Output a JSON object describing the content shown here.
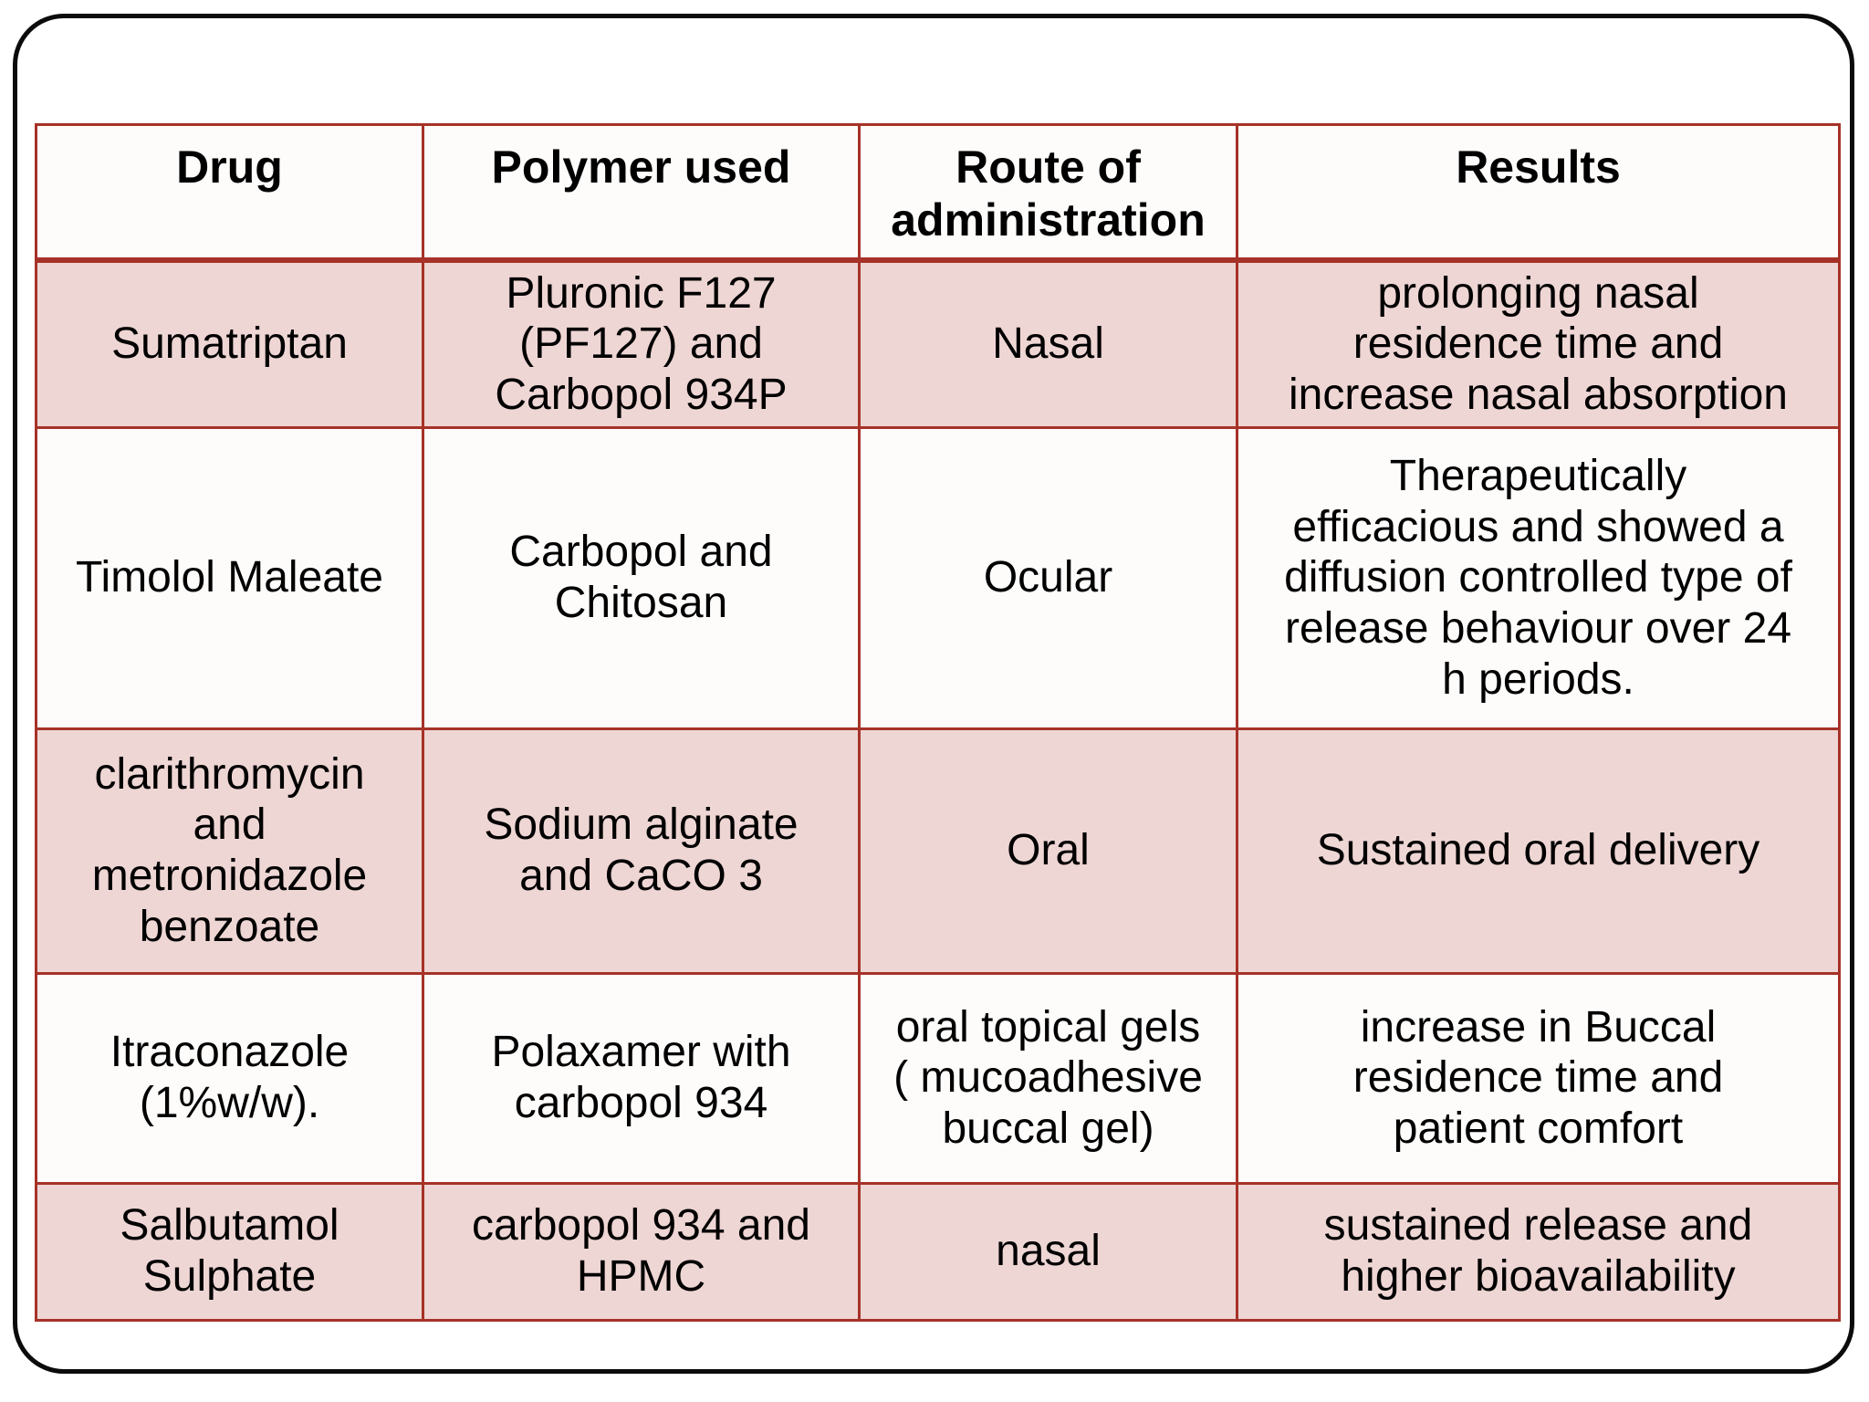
{
  "table": {
    "columns": [
      {
        "key": "drug",
        "label": "Drug"
      },
      {
        "key": "polymer",
        "label": "Polymer used"
      },
      {
        "key": "route",
        "label": "Route of\nadministration"
      },
      {
        "key": "results",
        "label": "Results"
      }
    ],
    "rows": [
      {
        "drug": "Sumatriptan",
        "polymer": "Pluronic F127\n(PF127) and\nCarbopol 934P",
        "route": "Nasal",
        "results": "prolonging nasal\nresidence time and\nincrease nasal absorption",
        "shaded": true
      },
      {
        "drug": "Timolol Maleate",
        "polymer": "Carbopol and\nChitosan",
        "route": "Ocular",
        "results": "Therapeutically\nefficacious and showed a\ndiffusion controlled type of\nrelease behaviour over 24\nh periods.",
        "shaded": false
      },
      {
        "drug": "clarithromycin\nand\nmetronidazole\nbenzoate",
        "polymer": "Sodium alginate\nand CaCO 3",
        "route": "Oral",
        "results": "Sustained oral delivery",
        "shaded": true
      },
      {
        "drug": "Itraconazole\n(1%w/w).",
        "polymer": "Polaxamer with\ncarbopol 934",
        "route": "oral topical gels\n( mucoadhesive\nbuccal gel)",
        "results": "increase  in Buccal\nresidence time and\npatient comfort",
        "shaded": false
      },
      {
        "drug": "Salbutamol\nSulphate",
        "polymer": "carbopol 934 and\nHPMC",
        "route": "nasal",
        "results": "sustained release and\nhigher bioavailability",
        "shaded": true
      }
    ]
  },
  "colors": {
    "table_border": "#a63228",
    "shaded_row_background": "#eed6d4",
    "plain_row_background": "#fdfcfb",
    "frame_border": "#0b0b0b",
    "text": "#000000"
  }
}
